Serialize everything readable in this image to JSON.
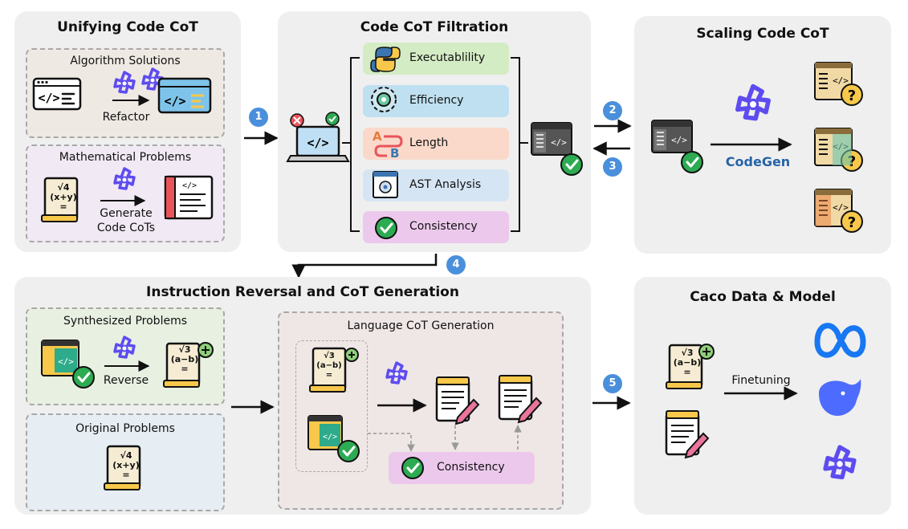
{
  "unify": {
    "title": "Unifying Code CoT",
    "algo_title": "Algorithm Solutions",
    "algo_action": "Refactor",
    "math_title": "Mathematical Problems",
    "math_action_1": "Generate",
    "math_action_2": "Code CoTs",
    "formula": [
      "√4",
      "(x+y)",
      "="
    ]
  },
  "filtration": {
    "title": "Code CoT Filtration",
    "items": [
      {
        "label": "Executablility",
        "color": "#d4ecc4"
      },
      {
        "label": "Efficiency",
        "color": "#bfe0f0"
      },
      {
        "label": "Length",
        "color": "#fad9cb"
      },
      {
        "label": "AST Analysis",
        "color": "#d5e5f4"
      },
      {
        "label": "Consistency",
        "color": "#ecc9ec"
      }
    ],
    "length_letters": [
      "A",
      "B"
    ]
  },
  "scaling": {
    "title": "Scaling Code CoT",
    "codegen": "CodeGen"
  },
  "steps": [
    "1",
    "2",
    "3",
    "4",
    "5"
  ],
  "reversal": {
    "title": "Instruction Reversal and CoT Generation",
    "synth_title": "Synthesized Problems",
    "synth_action": "Reverse",
    "orig_title": "Original Problems",
    "lang_title": "Language CoT Generation",
    "consistency": "Consistency",
    "formula_rev": [
      "√3",
      "(a−b)",
      "="
    ]
  },
  "caco": {
    "title": "Caco Data & Model",
    "finetune": "Finetuning"
  },
  "colors": {
    "panel": "#efefef",
    "accent_blue": "#4a8fdb",
    "meta_blue": "#1877f2",
    "deepseek_blue": "#4d6bfe",
    "qwen_purple": "#5d4cf0",
    "green": "#2dab52"
  }
}
